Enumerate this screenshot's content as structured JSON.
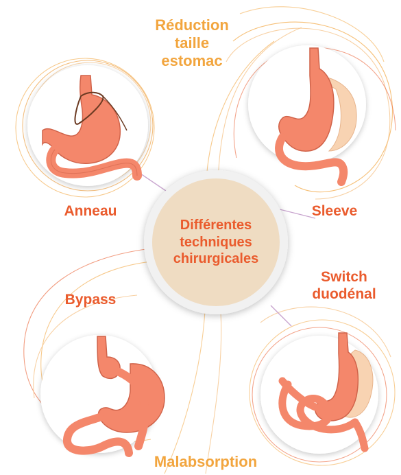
{
  "center": {
    "title_line1": "Différentes",
    "title_line2": "techniques",
    "title_line3": "chirurgicales"
  },
  "groups": {
    "top_line1": "Réduction",
    "top_line2": "taille",
    "top_line3": "estomac",
    "bottom": "Malabsorption"
  },
  "techniques": {
    "anneau": "Anneau",
    "sleeve": "Sleeve",
    "bypass": "Bypass",
    "switch_line1": "Switch",
    "switch_line2": "duodénal"
  },
  "colors": {
    "accent_orange": "#f2a53e",
    "accent_red": "#ea5b2d",
    "center_fill": "#efdcc2",
    "stomach": "#f4876b",
    "stomach_dark": "#c9553b",
    "removed_part": "#f8d3b2"
  },
  "icons": {
    "anneau": "stomach-band-icon",
    "sleeve": "stomach-sleeve-icon",
    "bypass": "stomach-bypass-icon",
    "switch": "stomach-switch-icon"
  }
}
